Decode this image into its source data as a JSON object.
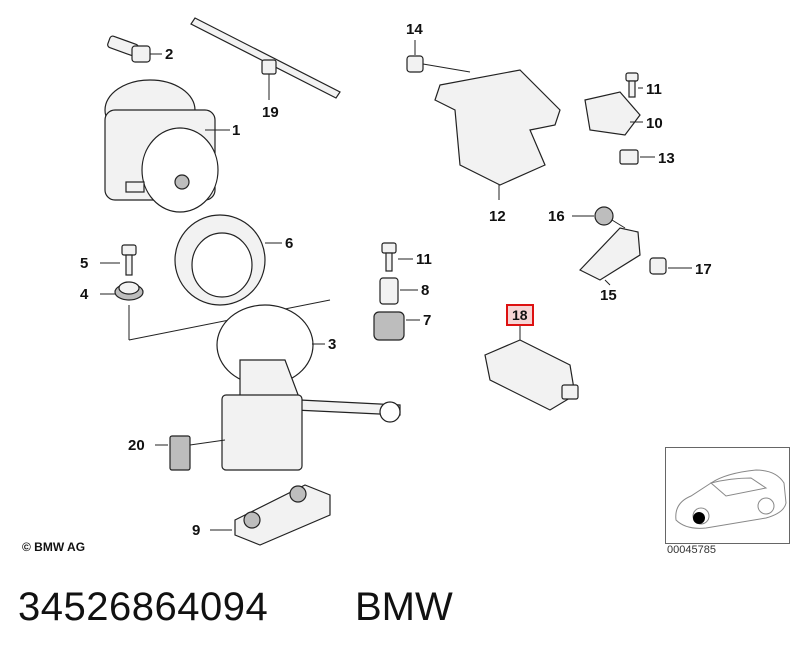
{
  "callouts": {
    "c1": "1",
    "c2": "2",
    "c3": "3",
    "c4": "4",
    "c5": "5",
    "c6": "6",
    "c7": "7",
    "c8": "8",
    "c9": "9",
    "c10": "10",
    "c11a": "11",
    "c11b": "11",
    "c12": "12",
    "c13": "13",
    "c14": "14",
    "c15": "15",
    "c16": "16",
    "c17": "17",
    "c18": "18",
    "c19": "19",
    "c20": "20"
  },
  "highlighted_part": "18",
  "copyright": "© BMW AG",
  "inset_code": "00045785",
  "footer": {
    "part_number": "34526864094",
    "brand": "BMW"
  },
  "colors": {
    "highlight_border": "#dd1111",
    "highlight_fill": "#f6d5d5"
  }
}
